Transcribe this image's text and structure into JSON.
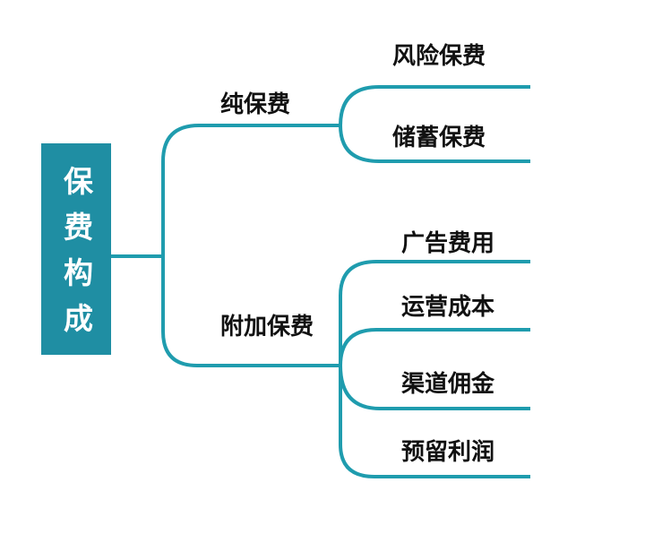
{
  "colors": {
    "line": "#1f9cae",
    "root_bg": "#1f8ea3",
    "root_text": "#ffffff",
    "label_text": "#111111"
  },
  "root": {
    "label": "保费构成"
  },
  "branches": [
    {
      "label": "纯保费",
      "children": [
        "风险保费",
        "储蓄保费"
      ]
    },
    {
      "label": "附加保费",
      "children": [
        "广告费用",
        "运营成本",
        "渠道佣金",
        "预留利润"
      ]
    }
  ]
}
